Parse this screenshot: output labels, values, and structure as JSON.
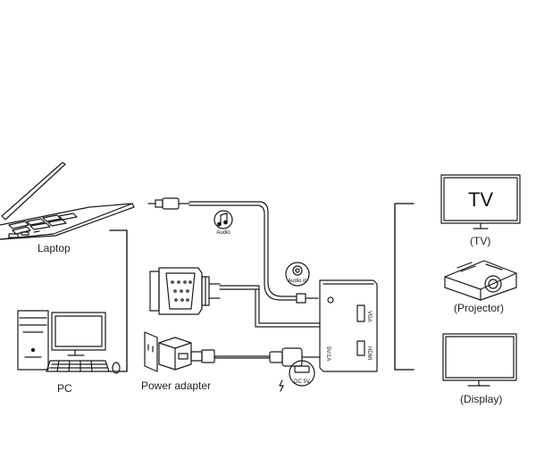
{
  "sources": {
    "laptop": {
      "label": "Laptop"
    },
    "pc": {
      "label": "PC"
    },
    "power": {
      "label": "Power adapter"
    }
  },
  "outputs": {
    "tv": {
      "screen_text": "TV",
      "label": "(TV)"
    },
    "projector": {
      "label": "(Projector)"
    },
    "display": {
      "label": "(Display)"
    }
  },
  "audio_badge": {
    "text": "Audio"
  },
  "audio_in": {
    "text": "Audio in"
  },
  "dc_badge": {
    "text": "DC 5V"
  },
  "adapter_ports": {
    "vga": "VGA",
    "hdmi": "HDMI",
    "dc": "5V/1A"
  },
  "line_color": "#1a1a1a",
  "bracket_color": "#333333"
}
